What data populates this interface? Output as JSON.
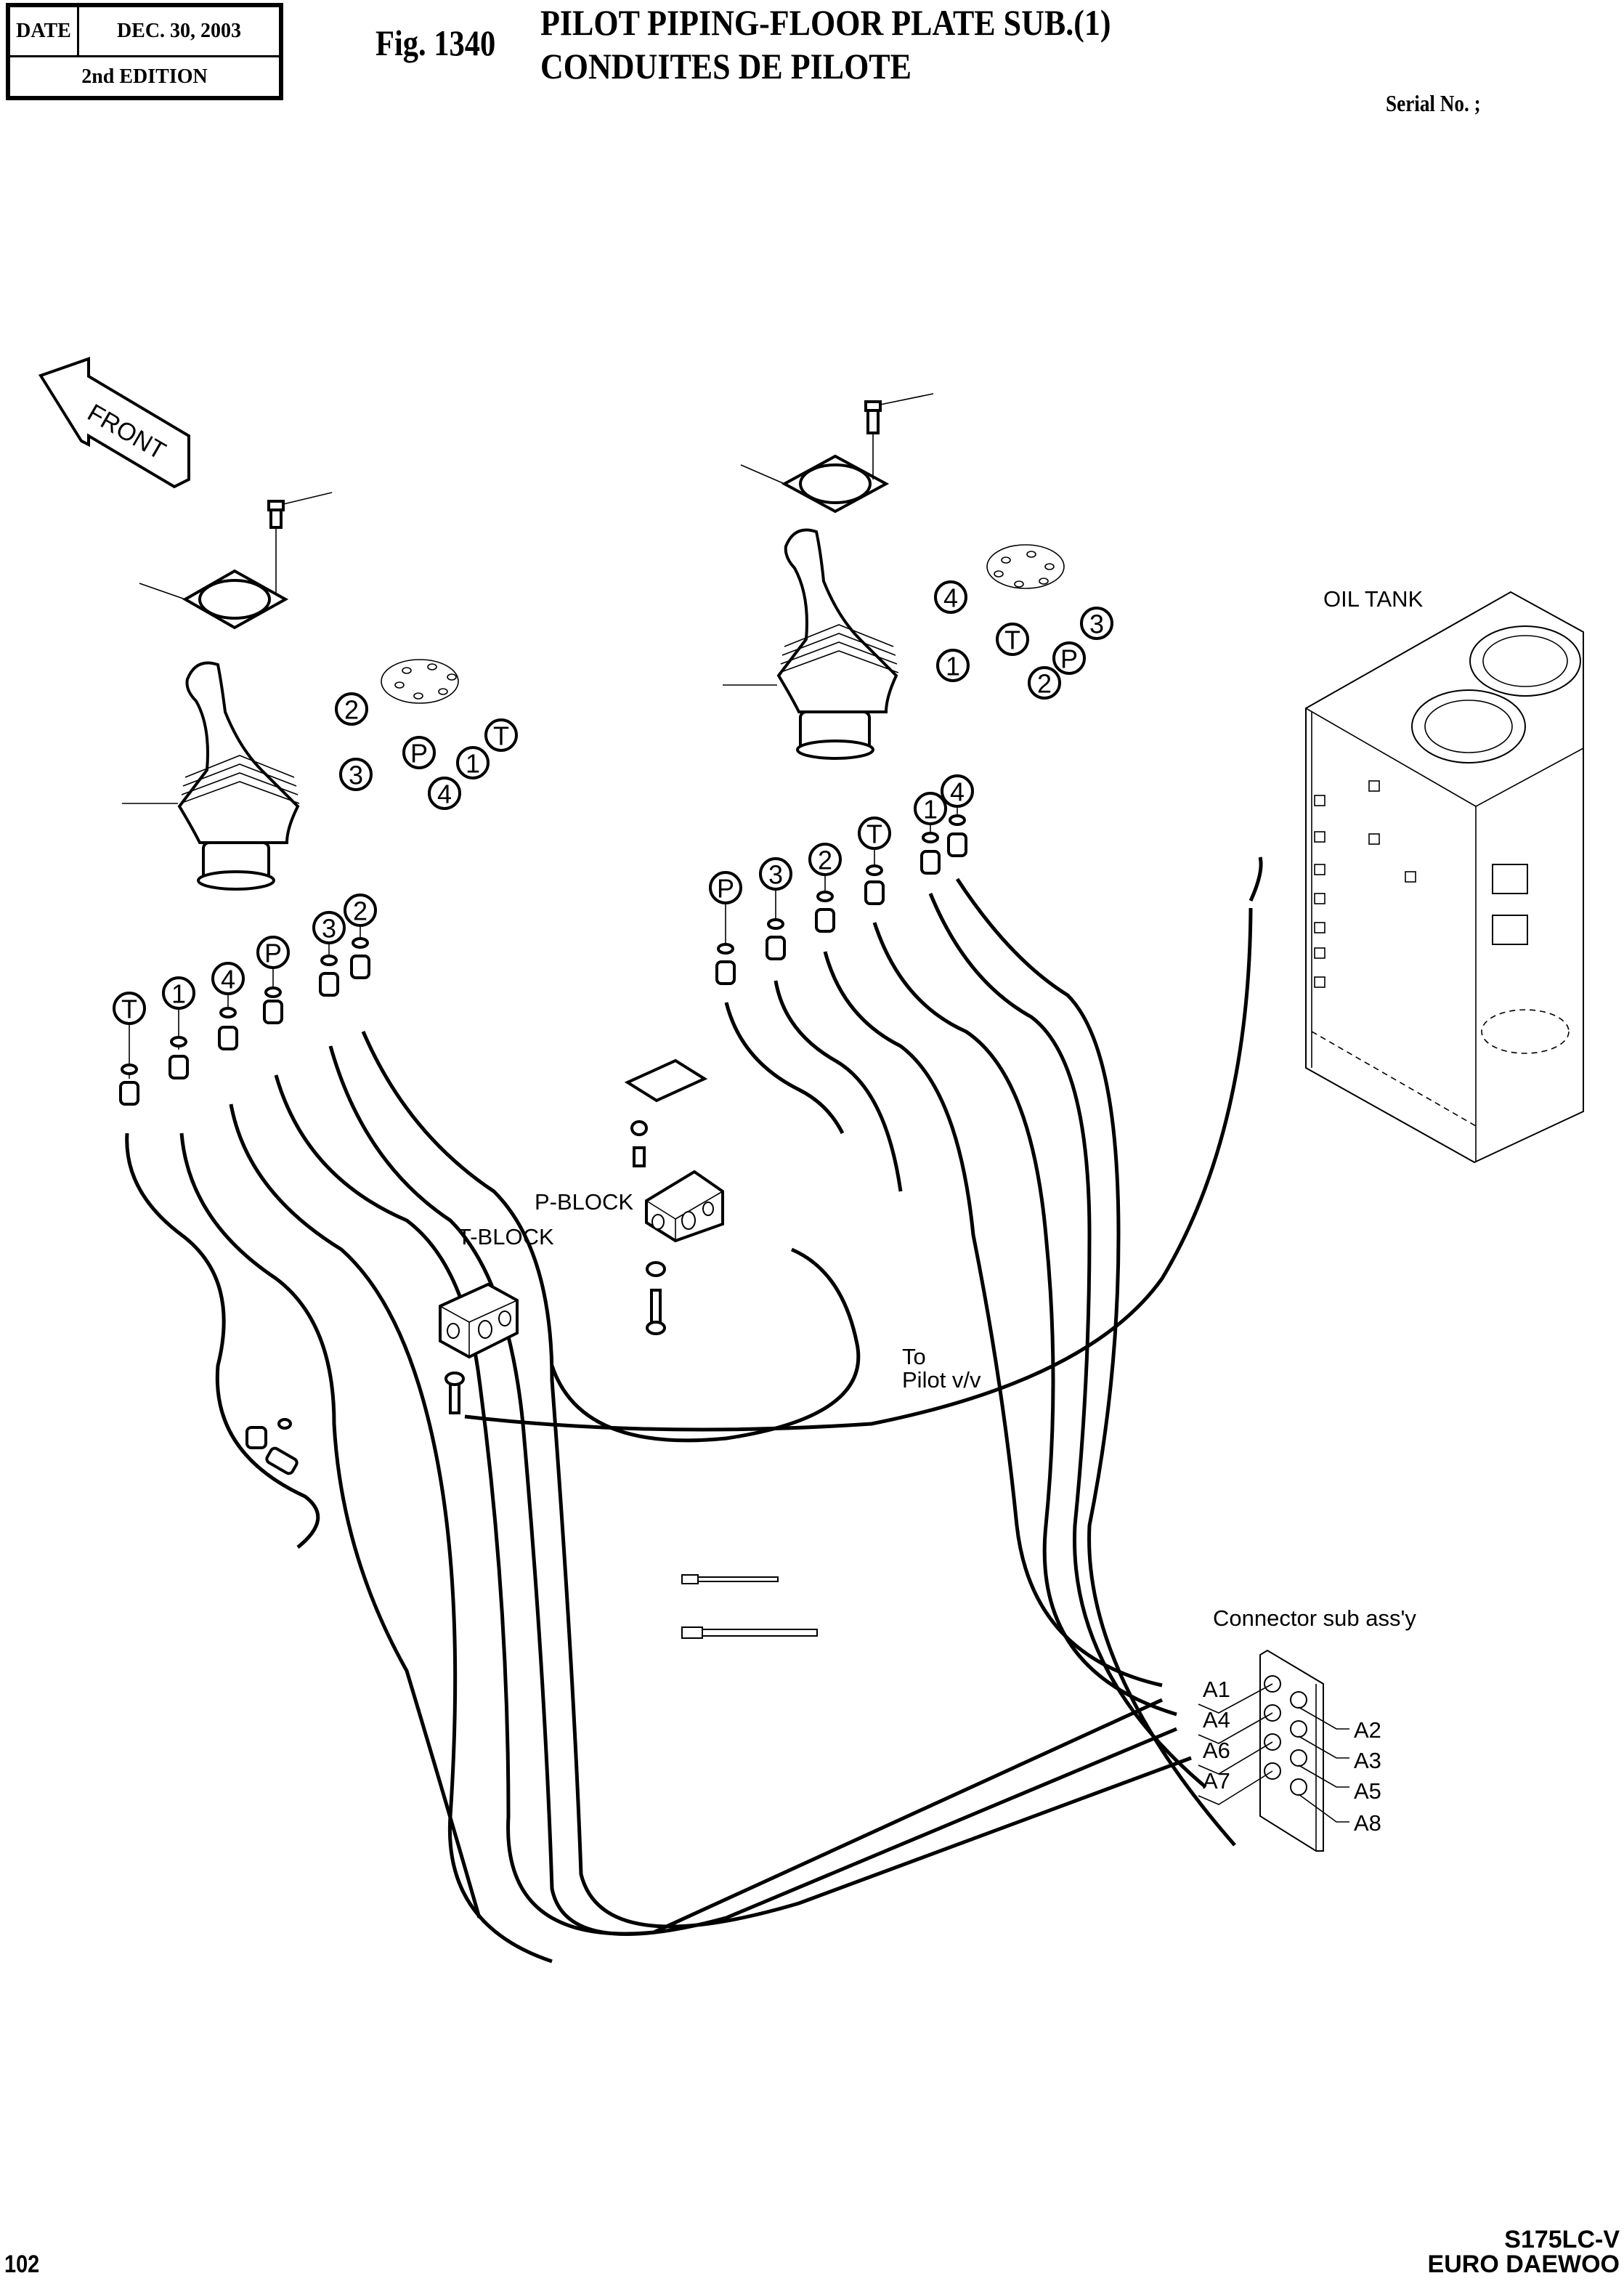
{
  "header": {
    "date_label": "DATE",
    "date_value": "DEC. 30, 2003",
    "edition": "2nd EDITION",
    "figure_number": "Fig. 1340",
    "title_en": "PILOT PIPING-FLOOR PLATE SUB.(1)",
    "title_fr": "CONDUITES DE PILOTE",
    "serial_label": "Serial No. ;"
  },
  "footer": {
    "page_number": "102",
    "model": "S175LC-V",
    "brand": "EURO DAEWOO"
  },
  "diagram": {
    "front_arrow_label": "FRONT",
    "oil_tank_label": "OIL TANK",
    "p_block_label": "P-BLOCK",
    "t_block_label": "T-BLOCK",
    "to_pilot_label_1": "To",
    "to_pilot_label_2": "Pilot v/v",
    "connector_label": "Connector sub ass'y",
    "left_joystick_ports": [
      "2",
      "3",
      "P",
      "4",
      "1",
      "T"
    ],
    "right_joystick_ports": [
      "4",
      "1",
      "T",
      "2",
      "P",
      "3"
    ],
    "left_fitting_ports": [
      "T",
      "1",
      "4",
      "P",
      "3",
      "2"
    ],
    "right_fitting_ports": [
      "P",
      "3",
      "2",
      "T",
      "1",
      "4"
    ],
    "connector_ports_left": [
      "A1",
      "A4",
      "A6",
      "A7"
    ],
    "connector_ports_right": [
      "A2",
      "A3",
      "A5",
      "A8"
    ]
  }
}
